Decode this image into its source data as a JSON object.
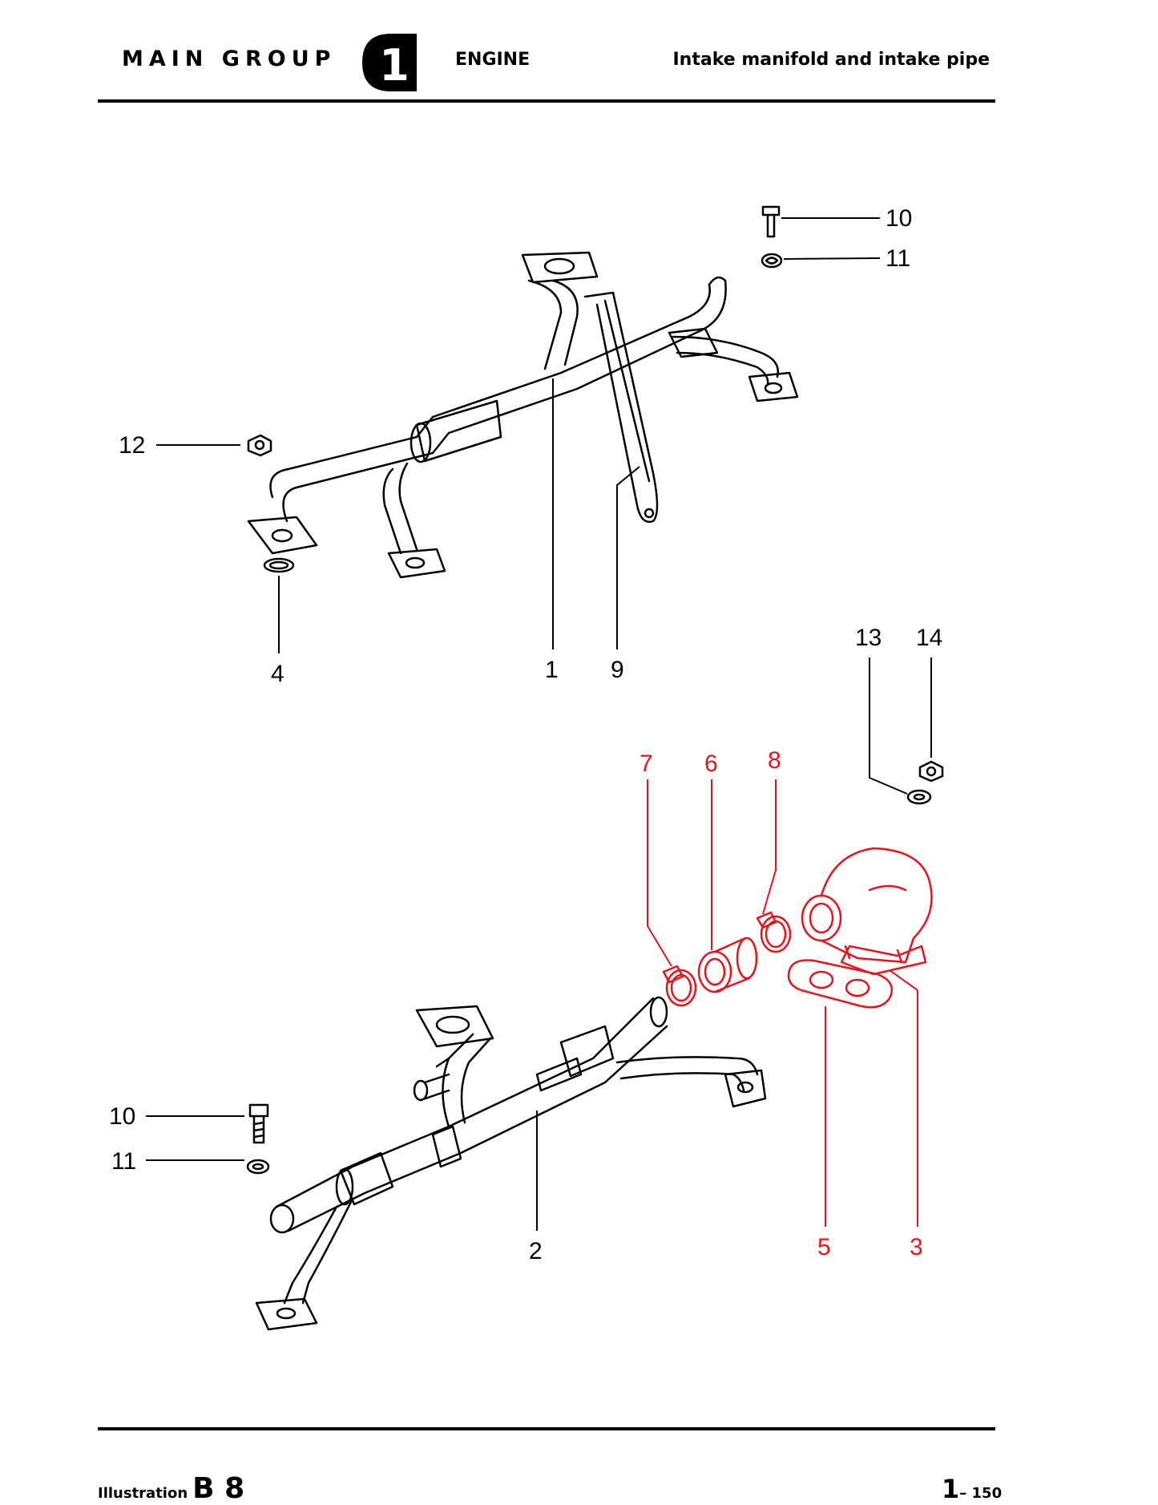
{
  "header": {
    "main_group": "MAIN GROUP",
    "group_number": "1",
    "engine": "ENGINE",
    "title": "Intake manifold and intake pipe"
  },
  "callouts": {
    "top": [
      "10",
      "11",
      "12",
      "4",
      "1",
      "9",
      "13",
      "14"
    ],
    "bottom_black": [
      "10",
      "11",
      "2"
    ],
    "bottom_red": [
      "7",
      "6",
      "8",
      "5",
      "3"
    ]
  },
  "colors": {
    "line": "#000000",
    "highlight": "#e8141c"
  },
  "footer": {
    "illustration_label": "Illustration",
    "illustration_id": "B 8",
    "page_main": "1",
    "page_sub": "– 150"
  }
}
